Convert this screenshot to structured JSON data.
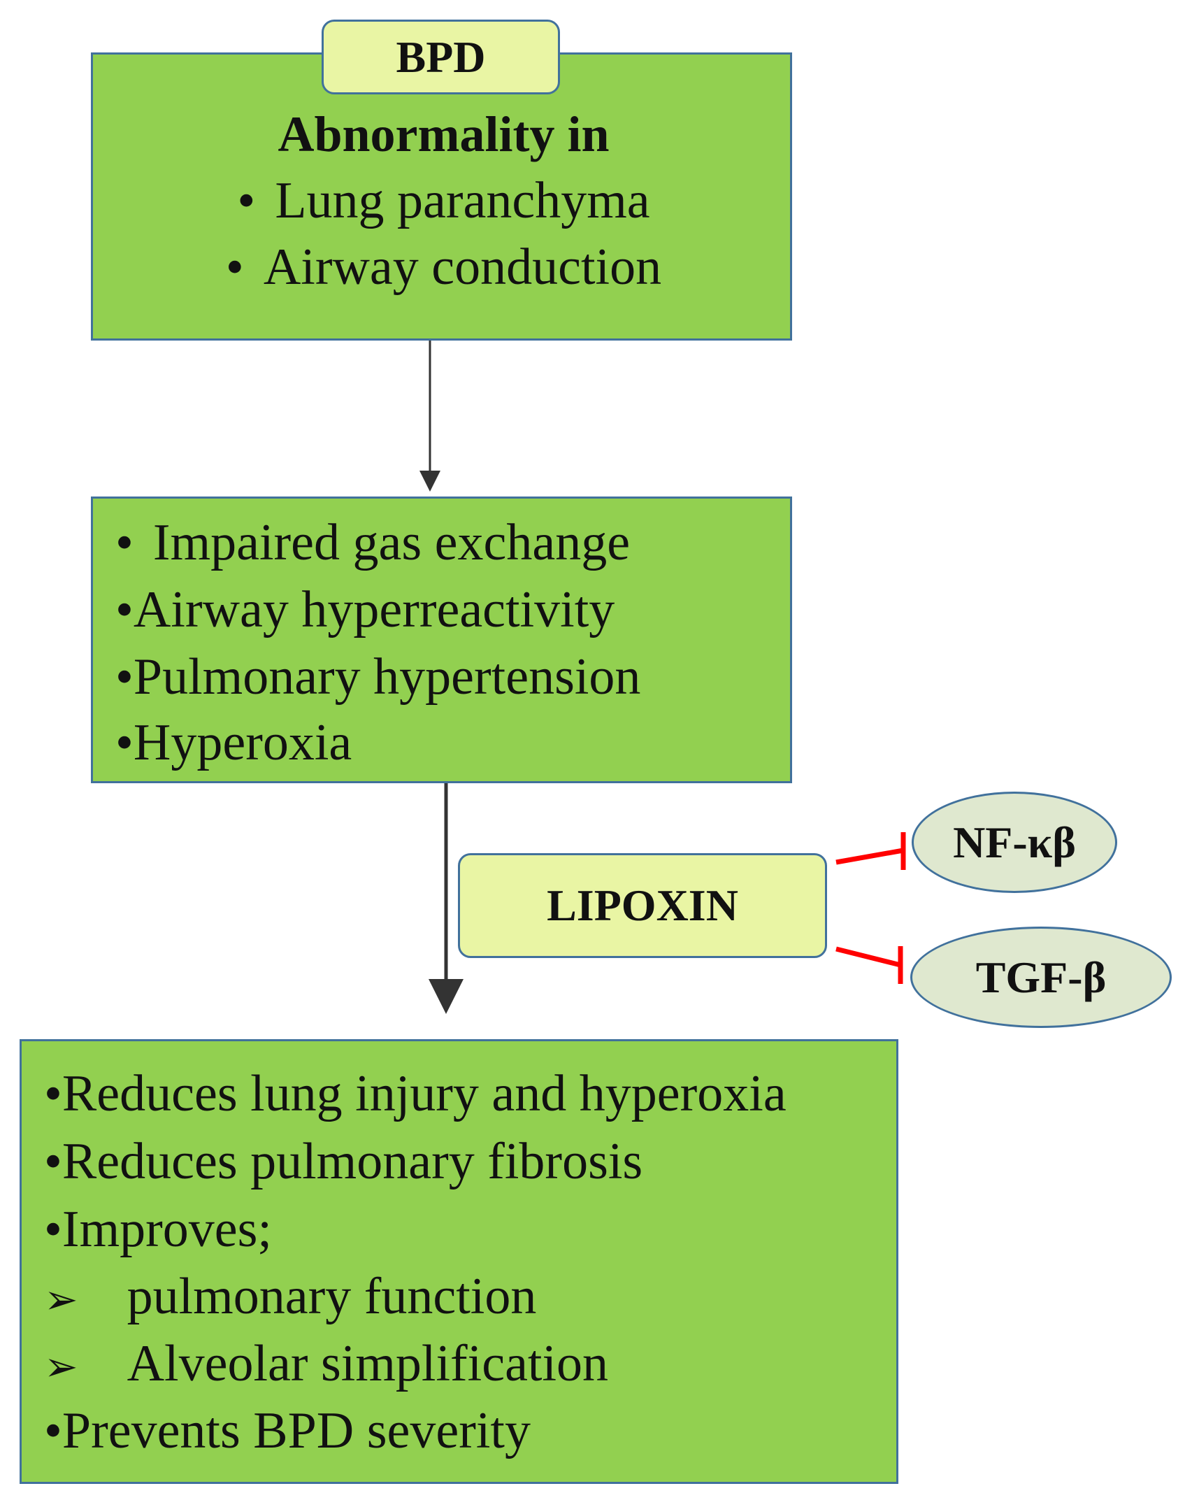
{
  "colors": {
    "box_fill": "#92d050",
    "box_border": "#41719c",
    "label_fill": "#e9f5a4",
    "oval_fill": "#dfe8cf",
    "inhibition": "#ff0000",
    "arrow": "#333333"
  },
  "top_box": {
    "tag": "BPD",
    "heading": "Abnormality in",
    "items": [
      {
        "bullet": "•",
        "text": "Lung paranchyma"
      },
      {
        "bullet": "•",
        "text": "Airway conduction"
      }
    ]
  },
  "middle_box": {
    "items": [
      {
        "bullet": "•",
        "text": "Impaired gas exchange"
      },
      {
        "bullet": "•",
        "text": "Airway hyperreactivity"
      },
      {
        "bullet": "•",
        "text": "Pulmonary hypertension"
      },
      {
        "bullet": "•",
        "text": "Hyperoxia"
      }
    ]
  },
  "intervention": {
    "label": "LIPOXIN",
    "inhibits": [
      {
        "label": "NF-κβ"
      },
      {
        "label": "TGF-β"
      }
    ]
  },
  "bottom_box": {
    "items": [
      {
        "marker": "•",
        "text": "Reduces lung injury and hyperoxia"
      },
      {
        "marker": "•",
        "text": "Reduces pulmonary fibrosis"
      },
      {
        "marker": "•",
        "text": "Improves;"
      },
      {
        "marker": "➢",
        "text": "pulmonary function"
      },
      {
        "marker": "➢",
        "text": "Alveolar simplification"
      },
      {
        "marker": "•",
        "text": "Prevents BPD severity"
      }
    ]
  }
}
